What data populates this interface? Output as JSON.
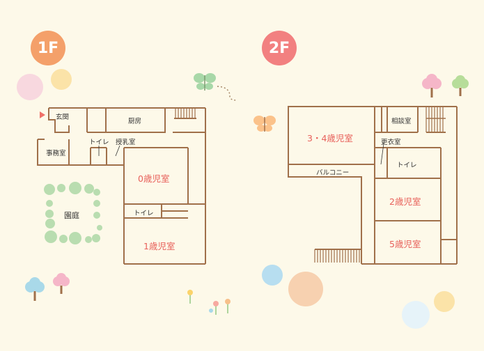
{
  "floor1": {
    "badge": "1F",
    "labels": {
      "entrance": "玄関",
      "kitchen": "厨房",
      "toilet_a": "トイレ",
      "nursing": "授乳室",
      "office": "事務室",
      "room0": "0歳児室",
      "toilet_b": "トイレ",
      "room1": "1歳児室",
      "garden": "園庭"
    }
  },
  "floor2": {
    "badge": "2F",
    "labels": {
      "room34": "3・4歳児室",
      "consult": "相談室",
      "changing": "更衣室",
      "toilet": "トイレ",
      "balcony": "バルコニー",
      "room2": "2歳児室",
      "room5": "5歳児室"
    }
  },
  "colors": {
    "background": "#fdf9e9",
    "wall": "#a0704a",
    "room_text": "#e8615b",
    "badge_1f": "#f4a06a",
    "badge_2f": "#f28080",
    "garden_circle": "#b9ddb0"
  },
  "icons": [
    "butterfly-icon",
    "tree-icon",
    "flower-icon",
    "entrance-arrow-icon"
  ]
}
